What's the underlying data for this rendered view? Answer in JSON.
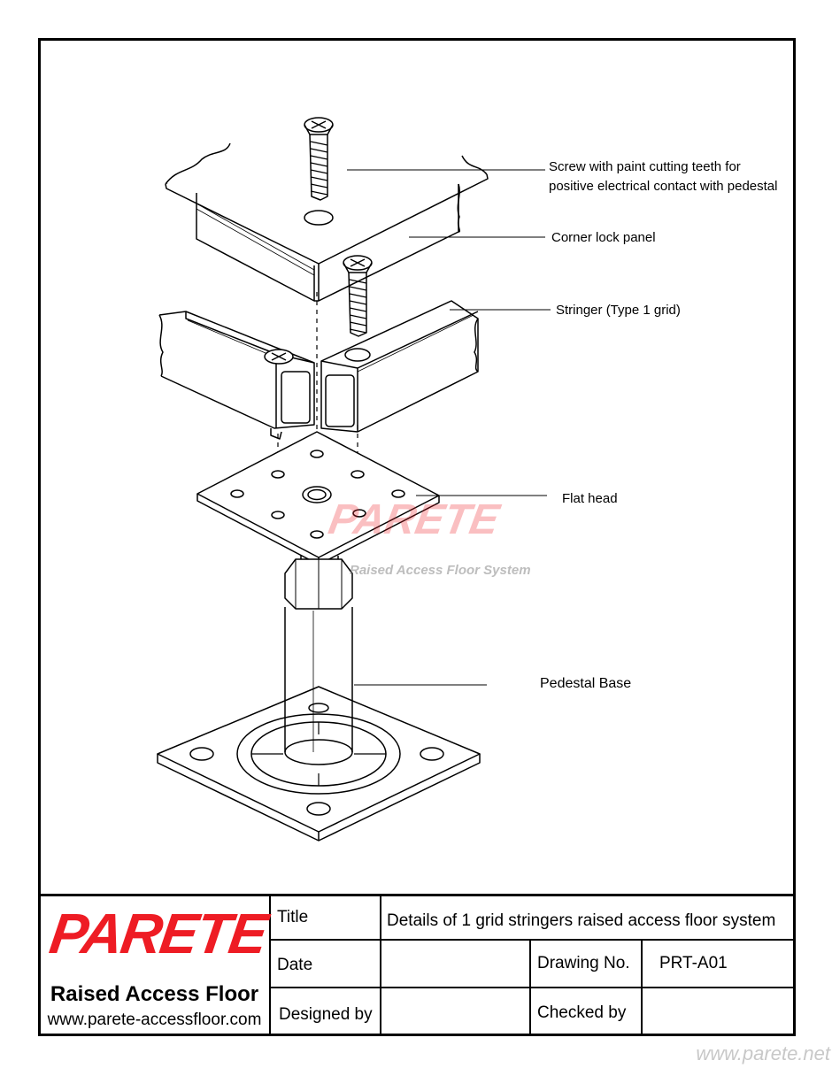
{
  "callouts": {
    "screw_line1": "Screw with paint cutting teeth for",
    "screw_line2": "positive electrical contact with pedestal",
    "corner_lock_panel": "Corner lock panel",
    "stringer": "Stringer (Type 1 grid)",
    "flat_head": "Flat head",
    "pedestal_base": "Pedestal Base"
  },
  "watermark": {
    "brand": "PARETE",
    "tagline": "Raised Access Floor System"
  },
  "title_block": {
    "logo_text": "PARETE",
    "logo_subtitle": "Raised Access Floor",
    "logo_url": "www.parete-accessfloor.com",
    "title_label": "Title",
    "title_value": "Details of 1 grid stringers raised access floor system",
    "date_label": "Date",
    "date_value": "",
    "drawing_no_label": "Drawing No.",
    "drawing_no_value": "PRT-A01",
    "designed_by_label": "Designed by",
    "designed_by_value": "",
    "checked_by_label": "Checked by",
    "checked_by_value": ""
  },
  "footer_url": "www.parete.net",
  "colors": {
    "brand_red": "#ee1c24",
    "ink": "#000000"
  }
}
